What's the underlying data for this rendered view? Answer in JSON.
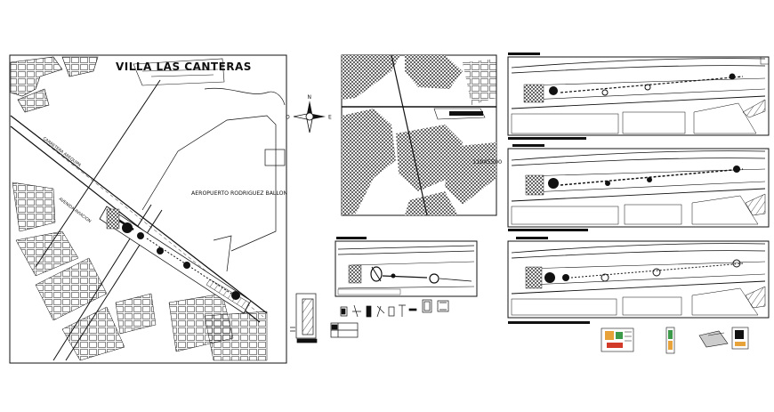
{
  "main_plan": {
    "title": "VILLA LAS CANTERAS",
    "airport_label": "AEROPUERTO RODRIGUEZ BALLON",
    "road_label_1": "CARRETERA AREQUIPA",
    "road_label_2": "AVENIDA AVIACION"
  },
  "location_map": {
    "code_label": "11045500"
  },
  "compass": {
    "north": "N",
    "east": "E",
    "west": "O"
  },
  "colors": {
    "line": "#111111",
    "paper": "#ffffff",
    "accent_red": "#d23a2a",
    "accent_green": "#3c9a4a",
    "accent_orange": "#e8a23a"
  }
}
